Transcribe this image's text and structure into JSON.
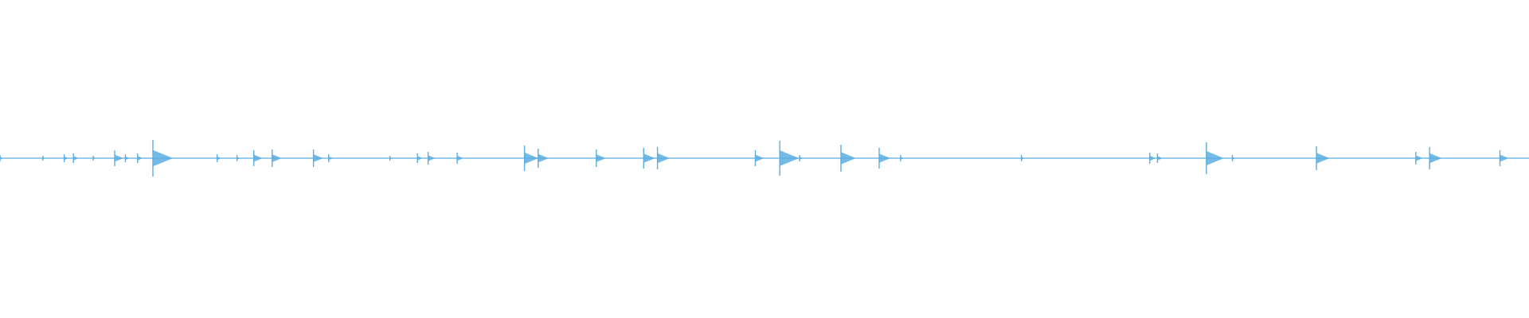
{
  "waveform": {
    "color": "#5aaee0",
    "background": "#ffffff",
    "duration_fraction_peaks": [
      {
        "t": 0.0,
        "amp": 0.04
      },
      {
        "t": 0.028,
        "amp": 0.03
      },
      {
        "t": 0.042,
        "amp": 0.05
      },
      {
        "t": 0.048,
        "amp": 0.06
      },
      {
        "t": 0.061,
        "amp": 0.03
      },
      {
        "t": 0.075,
        "amp": 0.1
      },
      {
        "t": 0.082,
        "amp": 0.05
      },
      {
        "t": 0.09,
        "amp": 0.06
      },
      {
        "t": 0.1,
        "amp": 0.23
      },
      {
        "t": 0.142,
        "amp": 0.05
      },
      {
        "t": 0.155,
        "amp": 0.04
      },
      {
        "t": 0.166,
        "amp": 0.1
      },
      {
        "t": 0.178,
        "amp": 0.11
      },
      {
        "t": 0.205,
        "amp": 0.11
      },
      {
        "t": 0.215,
        "amp": 0.05
      },
      {
        "t": 0.255,
        "amp": 0.03
      },
      {
        "t": 0.273,
        "amp": 0.06
      },
      {
        "t": 0.28,
        "amp": 0.08
      },
      {
        "t": 0.299,
        "amp": 0.07
      },
      {
        "t": 0.343,
        "amp": 0.16
      },
      {
        "t": 0.352,
        "amp": 0.12
      },
      {
        "t": 0.39,
        "amp": 0.11
      },
      {
        "t": 0.421,
        "amp": 0.13
      },
      {
        "t": 0.43,
        "amp": 0.14
      },
      {
        "t": 0.494,
        "amp": 0.1
      },
      {
        "t": 0.51,
        "amp": 0.22
      },
      {
        "t": 0.523,
        "amp": 0.04
      },
      {
        "t": 0.55,
        "amp": 0.17
      },
      {
        "t": 0.575,
        "amp": 0.13
      },
      {
        "t": 0.589,
        "amp": 0.04
      },
      {
        "t": 0.668,
        "amp": 0.04
      },
      {
        "t": 0.752,
        "amp": 0.07
      },
      {
        "t": 0.757,
        "amp": 0.06
      },
      {
        "t": 0.789,
        "amp": 0.2
      },
      {
        "t": 0.806,
        "amp": 0.04
      },
      {
        "t": 0.861,
        "amp": 0.15
      },
      {
        "t": 0.926,
        "amp": 0.08
      },
      {
        "t": 0.935,
        "amp": 0.14
      },
      {
        "t": 0.981,
        "amp": 0.1
      }
    ]
  }
}
